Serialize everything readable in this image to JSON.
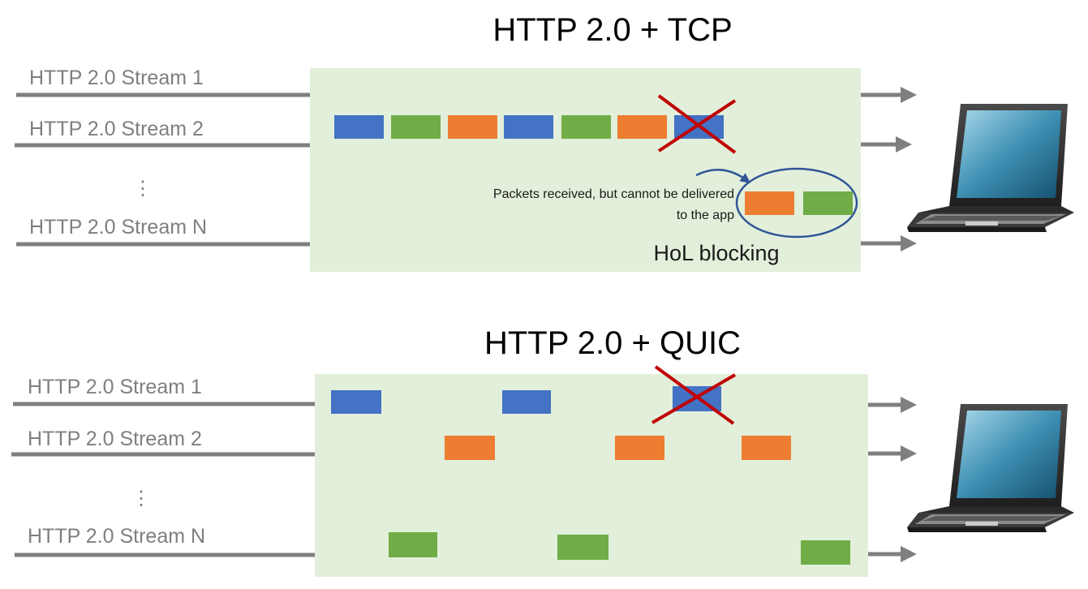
{
  "colors": {
    "background_panel": "#e2efda",
    "line_gray": "#7f7f7f",
    "stream1_blue": "#4472c4",
    "stream2_orange": "#ed7d31",
    "streamN_green": "#70ad47",
    "lost_cross_red": "#c00000",
    "hol_ellipse_blue": "#2f5597"
  },
  "tcp": {
    "title": "HTTP 2.0 + TCP",
    "streams": [
      "HTTP 2.0 Stream 1",
      "HTTP 2.0 Stream 2",
      "HTTP 2.0 Stream N"
    ],
    "ellipsis": "⋮",
    "packet_sequence": [
      "blue",
      "green",
      "orange",
      "blue",
      "green",
      "orange",
      "blue-lost"
    ],
    "buffered_packets": [
      "orange",
      "green"
    ],
    "note_line1": "Packets received, but cannot be delivered",
    "note_line2": "to the app",
    "hol_label": "HoL blocking"
  },
  "quic": {
    "title": "HTTP 2.0 + QUIC",
    "streams": [
      "HTTP 2.0 Stream 1",
      "HTTP 2.0 Stream 2",
      "HTTP 2.0 Stream N"
    ],
    "ellipsis": "⋮",
    "stream_packets": {
      "stream1": [
        "blue",
        "blue",
        "blue-lost"
      ],
      "stream2": [
        "orange",
        "orange",
        "orange"
      ],
      "streamN": [
        "green",
        "green",
        "green"
      ]
    }
  },
  "icons": [
    "laptop-icon",
    "laptop-icon"
  ]
}
